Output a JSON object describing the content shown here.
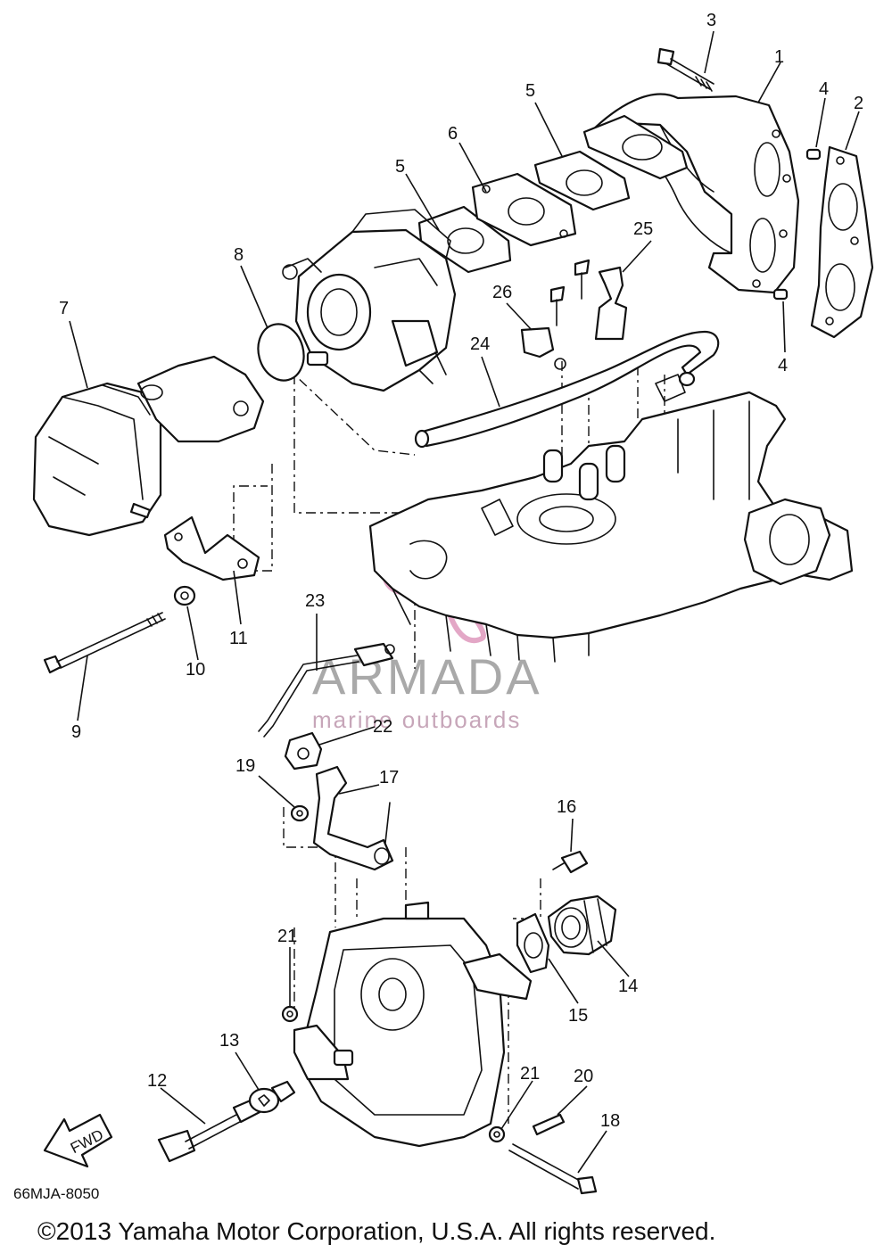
{
  "diagram": {
    "drawing_code": "66MJA-8050",
    "copyright": "©2013 Yamaha Motor Corporation, U.S.A. All rights reserved.",
    "direction_arrow": "FWD",
    "watermark": {
      "brand": "ARMADA",
      "tagline": "marine outboards",
      "logo_icon": "propeller-logo-icon",
      "logo_color": "#e3a7c6",
      "text_color": "#a9a9a9"
    },
    "callouts": {
      "c1": "1",
      "c2": "2",
      "c3": "3",
      "c4a": "4",
      "c4b": "4",
      "c5a": "5",
      "c5b": "5",
      "c6": "6",
      "c7": "7",
      "c8": "8",
      "c9": "9",
      "c10": "10",
      "c11": "11",
      "c12": "12",
      "c13": "13",
      "c14": "14",
      "c15": "15",
      "c16": "16",
      "c17": "17",
      "c18": "18",
      "c19": "19",
      "c20": "20",
      "c21a": "21",
      "c21b": "21",
      "c22": "22",
      "c23": "23",
      "c24": "24",
      "c25": "25",
      "c26": "26"
    }
  }
}
